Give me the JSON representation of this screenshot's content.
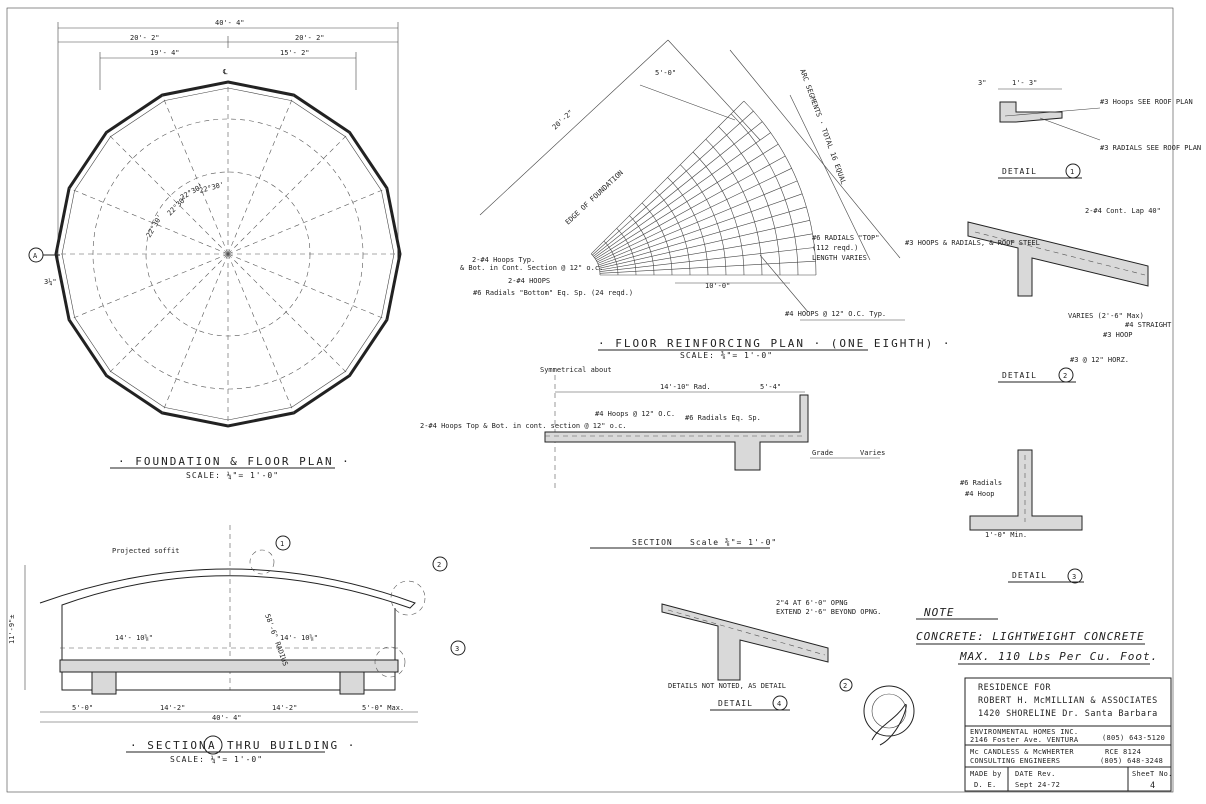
{
  "foundation": {
    "title": "· FOUNDATION & FLOOR PLAN ·",
    "scale": "SCALE: ¼\"= 1'-0\"",
    "overall": "40'- 4\"",
    "half_left": "20'- 2\"",
    "half_right": "20'- 2\"",
    "inner_left": "19'- 4\"",
    "inner_right": "15'- 2\"",
    "section_marker": "A",
    "offset": "3¼\"",
    "angles": [
      "22°30'",
      "22°30'",
      "22°30'",
      "22°30'"
    ]
  },
  "reinforcing": {
    "title": "· FLOOR REINFORCING PLAN · (ONE EIGHTH) ·",
    "scale": "SCALE: ⅜\"= 1'-0\"",
    "dims": [
      "20'-2\"",
      "5'-0\"",
      "10'-0\""
    ],
    "arc_note": "ARC SEGMENTS · TOTAL 16 EQUAL",
    "edge_note": "EDGE OF FOUNDATION",
    "note_radials_top": "#6 RADIALS \"TOP\"",
    "note_radials_top2": "(112 reqd.)",
    "note_length": "LENGTH VARIES",
    "note_hoops_typ": "2-#4 Hoops Typ.",
    "note_hoops_section": "& Bot. in Cont. Section @ 12\" o.c.",
    "note_hoops2": "2-#4 HOOPS",
    "note_radials_bottom": "#6 Radials \"Bottom\" Eq. Sp. (24 reqd.)",
    "note_hoops_bottom": "#4 HOOPS @ 12\" O.C. Typ."
  },
  "section_main": {
    "title": "SECTION",
    "scale": "Scale ⅜\"= 1'-0\"",
    "dim_top": "14'-10\" Rad.",
    "dim_right": "5'-4\"",
    "note_symmetrical": "Symmetrical about",
    "note_hoops": "#4 Hoops @ 12\" O.C.",
    "note_radials": "#6 Radials Eq. Sp.",
    "note_left": "2-#4 Hoops Top & Bot. in cont. section @ 12\" o.c.",
    "note_grade": "Grade",
    "note_varies": "Varies"
  },
  "section_a": {
    "title_pre": "· SECTION",
    "marker": "A",
    "title_post": "THRU BUILDING ·",
    "scale": "SCALE: ¼\"= 1'-0\"",
    "note_soffit": "Projected soffit",
    "dim_total": "40'- 4\"",
    "dim_a": "14'- 10⅝\"",
    "dim_b": "14'- 10⅝\"",
    "dim_c": "5'-0\"",
    "dim_d": "14'-2\"",
    "dim_e": "14'-2\"",
    "dim_f": "5'-0\" Max.",
    "note_radius": "58'-6\" RADIUS",
    "callout_1": "1",
    "callout_2": "2",
    "callout_3": "3",
    "dim_height": "11'-9\"±"
  },
  "details": {
    "d1_label": "DETAIL",
    "d1_num": "1",
    "d1_hoops": "#3 Hoops SEE ROOF PLAN",
    "d1_radials": "#3 RADIALS SEE ROOF PLAN",
    "d1_dims": [
      "3\"",
      "1'- 3\""
    ],
    "d2_label": "DETAIL",
    "d2_num": "2",
    "d2_note_a": "2-#4 Cont. Lap 40\"",
    "d2_note_b": "#3 HOOPS & RADIALS, & ROOF STEEL",
    "d2_note_c": "VARIES (2'-6\" Max)",
    "d2_note_d": "#3 HOOP",
    "d2_note_e": "#4 STRAIGHT",
    "d2_note_f": "#3 @ 12\" HORZ.",
    "d3_label": "DETAIL",
    "d3_num": "3",
    "d3_note_a": "#6 Radials",
    "d3_note_b": "#4 Hoop",
    "d3_note_c": "1'-0\" Min.",
    "d4_label": "DETAIL",
    "d4_num": "4",
    "d4_note_a": "2\"4 AT 6'-0\" OPNG",
    "d4_note_b": "EXTEND 2'-6\" BEYOND OPNG.",
    "d4_note_c": "DETAILS NOT NOTED, AS DETAIL",
    "d4_ref": "2"
  },
  "note": {
    "heading": "NOTE",
    "line1": "CONCRETE: LIGHTWEIGHT CONCRETE",
    "line2": "MAX. 110 Lbs Per Cu. Foot."
  },
  "title_block": {
    "residence_for": "RESIDENCE FOR",
    "client": "ROBERT H. McMILLIAN & ASSOCIATES",
    "address": "1420 SHORELINE Dr. Santa Barbara",
    "firm": "ENVIRONMENTAL HOMES INC.",
    "firm_addr": "2146 Foster Ave. VENTURA",
    "firm_phone": "(805) 643-5120",
    "engineers": "Mc CANDLESS & McWHERTER",
    "engineers_sub": "CONSULTING ENGINEERS",
    "rce": "RCE 8124",
    "eng_phone": "(805) 648-3248",
    "made_by_label": "MADE by",
    "made_by": "D. E.",
    "date_label": "DATE Rev.",
    "date": "Sept 24-72",
    "sheet_label": "SheeT No.",
    "sheet": "4"
  }
}
